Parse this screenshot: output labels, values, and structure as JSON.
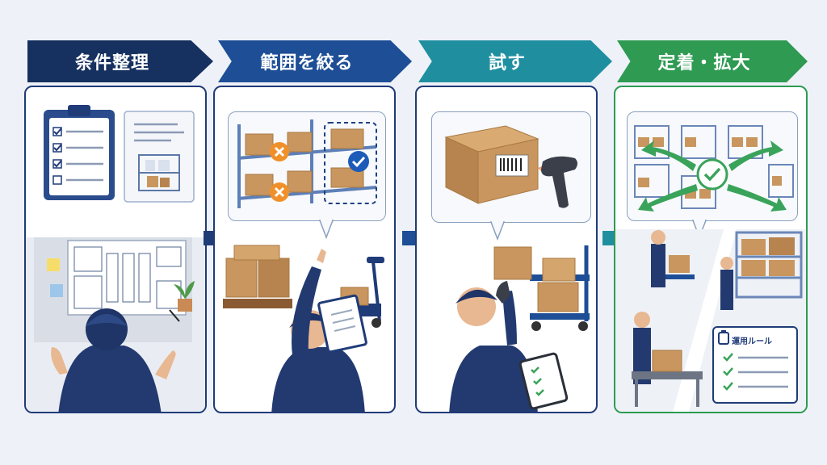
{
  "steps": [
    {
      "label": "条件整理",
      "color": "#16305f"
    },
    {
      "label": "範囲を絞る",
      "color": "#1d4e96"
    },
    {
      "label": "試す",
      "color": "#1f8fa0"
    },
    {
      "label": "定着・拡大",
      "color": "#2e9a52"
    }
  ],
  "rules_card": {
    "title": "運用ルール"
  },
  "colors": {
    "navy": "#1f3b78",
    "box": "#c8965e",
    "box_dark": "#a97843",
    "orange": "#f0902a",
    "check_blue": "#1c5bb8",
    "green": "#3aa35a",
    "worker": "#233a70"
  },
  "icons": [
    "clipboard-icon",
    "cross-icon",
    "check-icon",
    "barcode-scanner-icon",
    "pallet-jack-icon",
    "expand-arrows-icon"
  ]
}
